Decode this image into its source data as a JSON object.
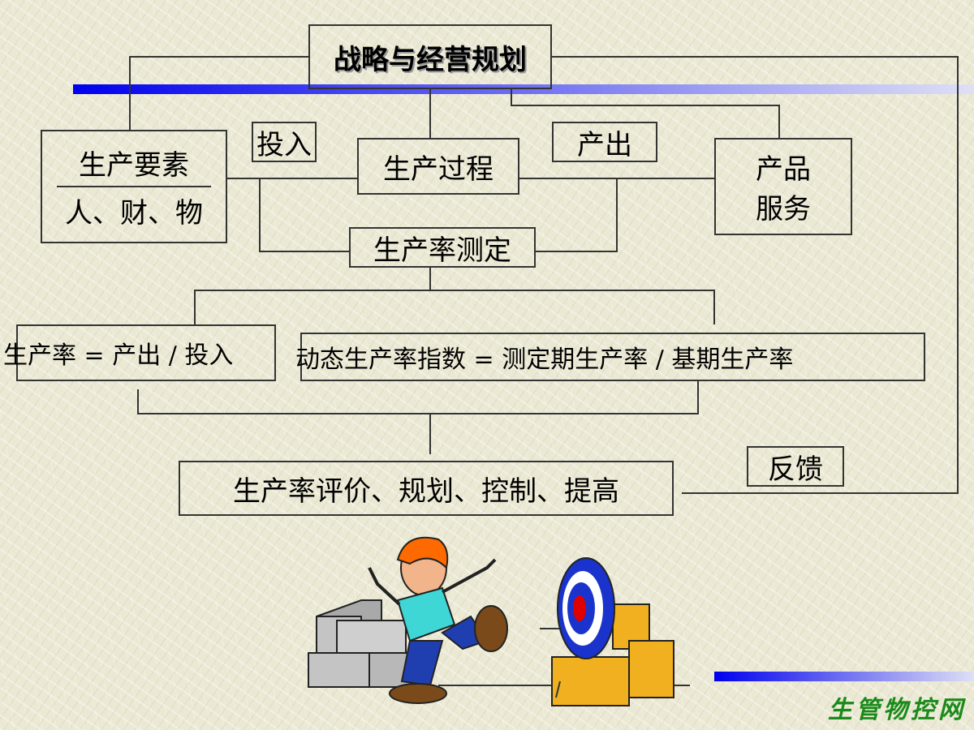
{
  "title": "战略与经营规划",
  "factors": {
    "heading": "生产要素",
    "items": "人、财、物"
  },
  "input_label": "投入",
  "process": "生产过程",
  "output_label": "产出",
  "product": {
    "line1": "产品",
    "line2": "服务"
  },
  "measurement": "生产率测定",
  "formula_basic": "生产率 = 产出 / 投入",
  "formula_dynamic": "动态生产率指数 = 测定期生产率 / 基期生产率",
  "evaluation": "生产率评价、规划、控制、提高",
  "feedback": "反馈",
  "watermark": "生管物控网",
  "colors": {
    "accent_bar": "#1a1aff",
    "watermark": "#1a8a1a",
    "line": "#333333"
  }
}
